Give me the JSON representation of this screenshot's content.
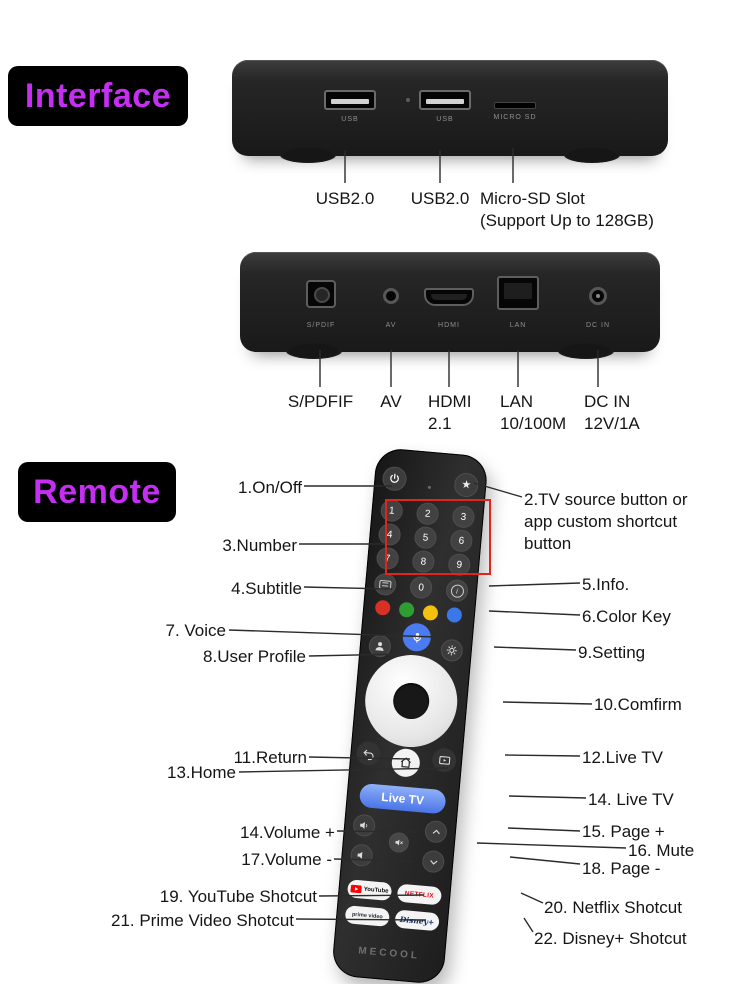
{
  "sections": {
    "interface": "Interface",
    "remote": "Remote"
  },
  "colors": {
    "accent_magenta": "#c42ff2",
    "badge_bg": "#000000",
    "live_tv_blue": "#5b87ee",
    "highlight_red": "#e1251b",
    "color_keys": [
      "#d93025",
      "#2e9e33",
      "#f4c20d",
      "#3b78e7"
    ]
  },
  "icons": {
    "star": "★",
    "info": "i"
  },
  "front_view": {
    "port_labels": {
      "usb1": "USB",
      "usb2": "USB",
      "microsd": "MICRO SD"
    },
    "callout_usb1": "USB2.0",
    "callout_usb2": "USB2.0",
    "callout_microsd_1": "Micro-SD Slot",
    "callout_microsd_2": "(Support Up to 128GB)"
  },
  "rear_view": {
    "port_labels": {
      "spdif": "S/PDIF",
      "av": "AV",
      "hdmi": "HDMI",
      "lan": "LAN",
      "dcin": "DC IN"
    },
    "callout_spdif": "S/PDFIF",
    "callout_av": "AV",
    "callout_hdmi_1": "HDMI",
    "callout_hdmi_2": "2.1",
    "callout_lan_1": "LAN",
    "callout_lan_2": "10/100M",
    "callout_dcin_1": "DC IN",
    "callout_dcin_2": "12V/1A"
  },
  "remote": {
    "digits": [
      "1",
      "2",
      "3",
      "4",
      "5",
      "6",
      "7",
      "8",
      "9",
      "0"
    ],
    "live_tv": "Live TV",
    "youtube": "YouTube",
    "netflix": "NETFLIX",
    "prime": "prime video",
    "disney": "Disney+",
    "brand": "MECOOL"
  },
  "callouts": {
    "on_off": "1.On/Off",
    "tv_source": "2.TV source button or app custom shortcut button",
    "number": "3.Number",
    "subtitle": "4.Subtitle",
    "info": "5.Info.",
    "color_key": "6.Color Key",
    "voice": "7. Voice",
    "user_profile": "8.User Profile",
    "setting": "9.Setting",
    "confirm": "10.Comfirm",
    "return_btn": "11.Return",
    "live_tv_right": "12.Live TV",
    "home": "13.Home",
    "volume_up": "14.Volume +",
    "live_tv_pill": "14. Live TV",
    "page_up": "15. Page +",
    "mute": "16. Mute",
    "volume_down": "17.Volume -",
    "page_down": "18. Page -",
    "youtube": "19. YouTube Shotcut",
    "netflix": "20. Netflix Shotcut",
    "prime": "21. Prime Video Shotcut",
    "disney": "22. Disney+ Shotcut"
  }
}
